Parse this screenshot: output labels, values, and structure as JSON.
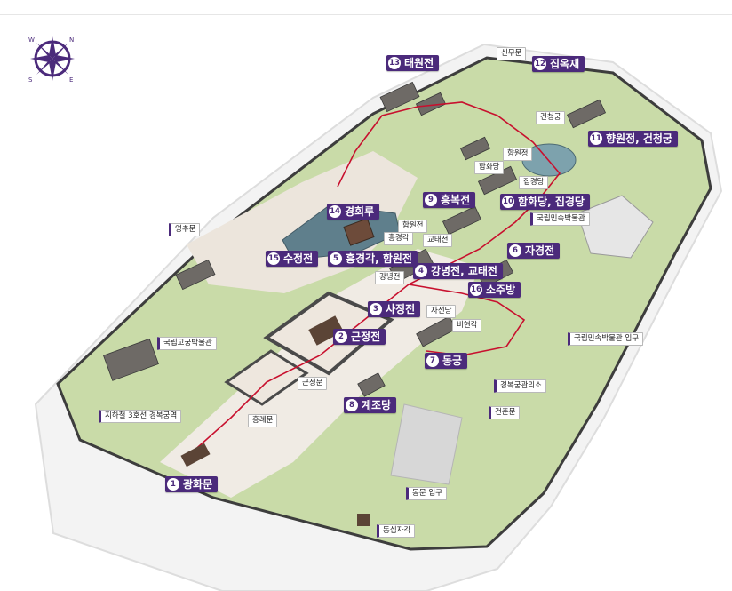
{
  "compass": {
    "directions": [
      "N",
      "E",
      "S",
      "W"
    ],
    "color": "#4b2a7b"
  },
  "colors": {
    "label_bg": "#4b2a7b",
    "route": "#c8102e",
    "lawn": "#c9dba8",
    "pavement": "#f0ebe4",
    "pond": "#5f7f8c"
  },
  "landmarks": [
    {
      "no": "1",
      "name": "광화문"
    },
    {
      "no": "2",
      "name": "근정전"
    },
    {
      "no": "3",
      "name": "사정전"
    },
    {
      "no": "4",
      "name": "강녕전, 교태전"
    },
    {
      "no": "5",
      "name": "흥경각, 함원전"
    },
    {
      "no": "6",
      "name": "자경전"
    },
    {
      "no": "7",
      "name": "동궁"
    },
    {
      "no": "8",
      "name": "계조당"
    },
    {
      "no": "9",
      "name": "흥복전"
    },
    {
      "no": "10",
      "name": "함화당, 집경당"
    },
    {
      "no": "11",
      "name": "향원정, 건청궁"
    },
    {
      "no": "12",
      "name": "집옥재"
    },
    {
      "no": "13",
      "name": "태원전"
    },
    {
      "no": "14",
      "name": "경회루"
    },
    {
      "no": "15",
      "name": "수정전"
    },
    {
      "no": "16",
      "name": "소주방"
    }
  ],
  "sublabels": [
    {
      "name": "신무문"
    },
    {
      "name": "건청궁"
    },
    {
      "name": "향원정"
    },
    {
      "name": "함화당"
    },
    {
      "name": "집경당"
    },
    {
      "name": "국립민속박물관"
    },
    {
      "name": "영추문"
    },
    {
      "name": "함원전"
    },
    {
      "name": "흥경각"
    },
    {
      "name": "교태전"
    },
    {
      "name": "강녕전"
    },
    {
      "name": "자선당"
    },
    {
      "name": "비현각"
    },
    {
      "name": "국립고궁박물관"
    },
    {
      "name": "근정문"
    },
    {
      "name": "흥례문"
    },
    {
      "name": "지하철 3호선 경복궁역"
    },
    {
      "name": "국립민속박물관 입구"
    },
    {
      "name": "경복궁관리소"
    },
    {
      "name": "건춘문"
    },
    {
      "name": "동문 입구"
    },
    {
      "name": "동십자각"
    }
  ]
}
